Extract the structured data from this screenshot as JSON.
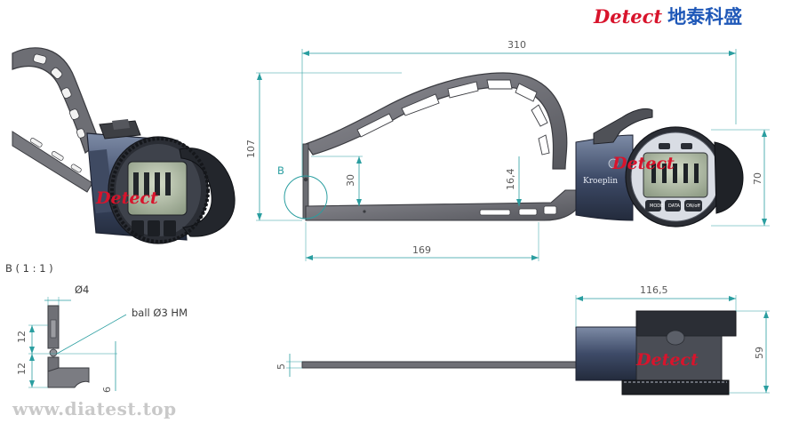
{
  "brand": {
    "name": "Detect",
    "chinese": "地泰科盛"
  },
  "website": "www.diatest.top",
  "watermark": "Detect",
  "device_logo": "Kroeplin",
  "buttons": [
    "MODE",
    "DATA",
    "ON/off"
  ],
  "dimensions": {
    "overall_length": "310",
    "height": "107",
    "depth_30": "30",
    "tip_16_4": "16,4",
    "reach_169": "169",
    "gauge_70": "70",
    "width_116_5": "116,5",
    "height_59": "59",
    "thickness_5": "5"
  },
  "detail": {
    "label_b": "B",
    "title": "B ( 1 : 1 )",
    "dia_4": "Ø4",
    "ball": "ball Ø3 HM",
    "d12_top": "12",
    "d12_bottom": "12",
    "d6": "6"
  }
}
